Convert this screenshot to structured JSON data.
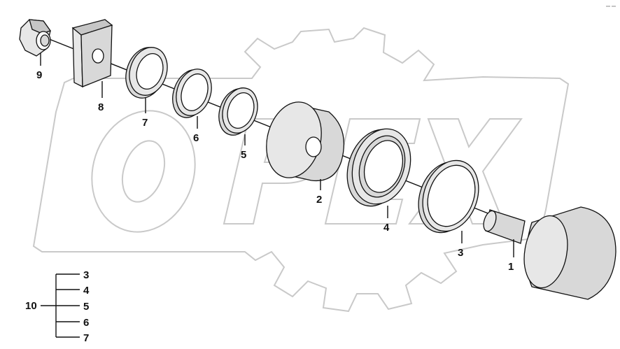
{
  "corner_mark": "",
  "watermark": {
    "text": "OPEX",
    "color": "#c9c9c9"
  },
  "callouts": [
    {
      "id": "1",
      "label": "1"
    },
    {
      "id": "2",
      "label": "2"
    },
    {
      "id": "3",
      "label": "3"
    },
    {
      "id": "4",
      "label": "4"
    },
    {
      "id": "5",
      "label": "5"
    },
    {
      "id": "6",
      "label": "6"
    },
    {
      "id": "7",
      "label": "7"
    },
    {
      "id": "8",
      "label": "8"
    },
    {
      "id": "9",
      "label": "9"
    }
  ],
  "kit_legend": {
    "kit_label": "10",
    "items": [
      "3",
      "4",
      "5",
      "6",
      "7"
    ]
  },
  "colors": {
    "line": "#111111",
    "part_fill": "#d8d8d8",
    "watermark": "#c9c9c9"
  }
}
